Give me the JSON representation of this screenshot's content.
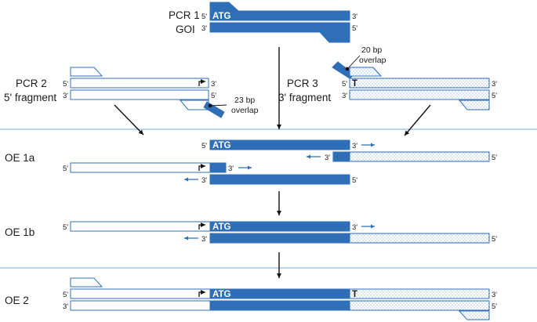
{
  "rows": {
    "pcr1": {
      "label_line1": "PCR 1",
      "label_line2": "GOI"
    },
    "pcr2": {
      "label_line1": "PCR 2",
      "label_line2": "5' fragment"
    },
    "pcr3": {
      "label_line1": "PCR 3",
      "label_line2": "3' fragment"
    },
    "oe1a": {
      "label": "OE 1a"
    },
    "oe1b": {
      "label": "OE 1b"
    },
    "oe2": {
      "label": "OE 2"
    }
  },
  "sequence": {
    "start_codon": "ATG",
    "mutation_base": "T"
  },
  "ends": {
    "five_prime": "5'",
    "three_prime": "3'"
  },
  "annotations": {
    "overlap_23": {
      "line1": "23 bp",
      "line2": "overlap"
    },
    "overlap_20": {
      "line1": "20 bp",
      "line2": "overlap"
    }
  },
  "colors": {
    "strand_blue": "#2e6fb7",
    "separator": "#7ea9d6",
    "arrow": "#111111"
  }
}
